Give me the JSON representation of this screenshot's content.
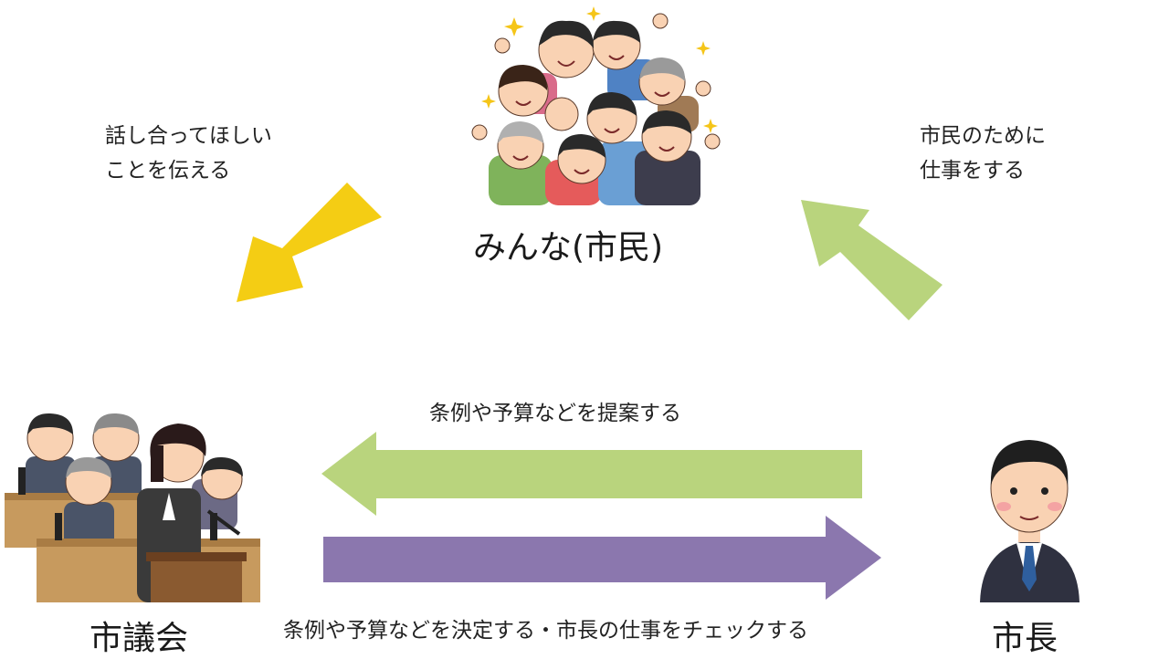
{
  "nodes": {
    "citizens": {
      "label": "みんな(市民)",
      "icon": "crowd-of-citizens-icon"
    },
    "council": {
      "label": "市議会",
      "icon": "city-council-assembly-icon"
    },
    "mayor": {
      "label": "市長",
      "icon": "mayor-icon"
    }
  },
  "edges": {
    "citizens_to_council": {
      "line1": "話し合ってほしい",
      "line2": "ことを伝える",
      "color": "#f4cd14"
    },
    "mayor_to_citizens": {
      "line1": "市民のために",
      "line2": "仕事をする",
      "color": "#b9d47d"
    },
    "mayor_to_council": {
      "label": "条例や予算などを提案する",
      "color": "#b9d47d"
    },
    "council_to_mayor": {
      "label": "条例や予算などを決定する・市長の仕事をチェックする",
      "color": "#8b77ae"
    }
  }
}
